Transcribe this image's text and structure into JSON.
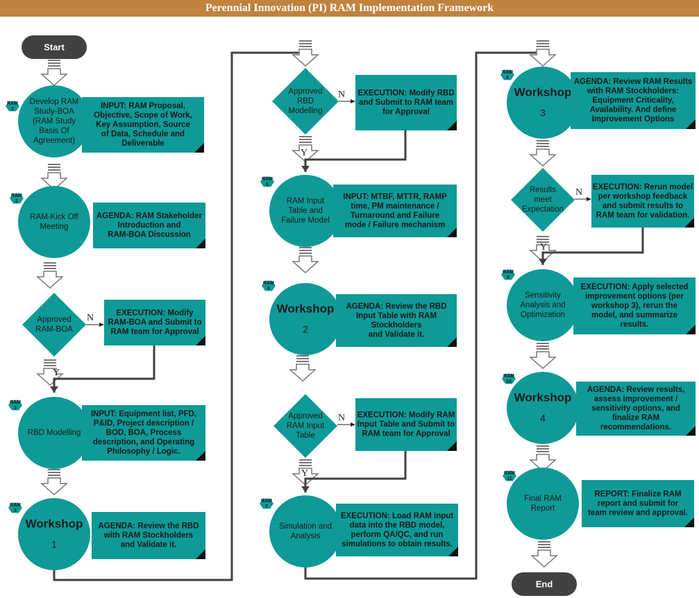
{
  "title": "Perennial Innovation (PI) RAM Implementation Framework",
  "colors": {
    "teal": "#0f9a97",
    "terminal": "#414141",
    "title_bar": "#c0823f",
    "connector": "#404040"
  },
  "terminals": {
    "start": "Start",
    "end": "End"
  },
  "branch_labels": {
    "no": "N",
    "yes": "Y"
  },
  "badge_prefix": "RAM",
  "steps": [
    {
      "num": "1",
      "label": [
        "Develop RAM",
        "Study-BOA",
        "(RAM Study",
        "Basis Of",
        "Agreement)"
      ],
      "box": [
        "INPUT: RAM Proposal,",
        "Objective, Scope of Work,",
        "Key Assumption, Source",
        "of Data, Schedule and",
        "Deliverable"
      ]
    },
    {
      "num": "2",
      "label": [
        "RAM-Kick Off",
        "Meeting"
      ],
      "box": [
        "AGENDA: RAM Stakeholder",
        "Introduction and",
        "RAM-BOA Discussion"
      ]
    },
    {
      "num": "3",
      "label": [
        "RBD Modelling"
      ],
      "box": [
        "INPUT:  Equipment list, PFD,",
        "P&ID, Project description /",
        "BOD, BOA, Process",
        "description, and Operating",
        "Philosophy / Logic."
      ]
    },
    {
      "num": "4",
      "label": [
        "Workshop",
        "1"
      ],
      "box": [
        "AGENDA: Review the RBD",
        "with RAM Stockholders",
        "and Validate it."
      ]
    },
    {
      "num": "5",
      "label": [
        "RAM Input",
        "Table and",
        "Failure Model"
      ],
      "box": [
        "INPUT: MTBF, MTTR, RAMP",
        "time, PM maintenance /",
        "Turnaround and Failure",
        "mode / Failure mechanism"
      ]
    },
    {
      "num": "6",
      "label": [
        "Workshop",
        "2"
      ],
      "box": [
        "AGENDA: Review the RBD",
        "Input Table with RAM",
        "Stockholders",
        "and Validate it."
      ]
    },
    {
      "num": "7",
      "label": [
        "Simulation and",
        "Analysis"
      ],
      "box": [
        "EXECUTION: Load RAM input",
        "data into the RBD model,",
        "perform QA/QC, and run",
        "simulations to obtain results."
      ]
    },
    {
      "num": "8",
      "label": [
        "Workshop",
        "3"
      ],
      "box": [
        "AGENDA: Review RAM Results",
        "with RAM Stockholders:",
        "Equipment Criticality,",
        "Availability. And define",
        "Improvement Options"
      ]
    },
    {
      "num": "9",
      "label": [
        "Sensitivity",
        "Analysis and",
        "Optimization"
      ],
      "box": [
        "EXECUTION: Apply selected",
        "improvement options (per",
        "workshop 3), rerun the",
        "model, and summarize",
        "results."
      ]
    },
    {
      "num": "10",
      "label": [
        "Workshop",
        "4"
      ],
      "box": [
        "AGENDA: Review results,",
        "assess improvement /",
        "sensitivity options, and",
        "finalize RAM",
        "recommendations."
      ]
    },
    {
      "num": "11",
      "label": [
        "Final RAM",
        "Report"
      ],
      "box": [
        "REPORT: Finalize RAM",
        "report and submit for",
        "team review and approval."
      ]
    }
  ],
  "decisions": [
    {
      "label": [
        "Approved",
        "RAM-BOA"
      ],
      "box": [
        "EXECUTION: Modify",
        "RAM-BOA and Submit to",
        "RAM team for Approval"
      ]
    },
    {
      "label": [
        "Approved",
        "RBD",
        "Modelling"
      ],
      "box": [
        "EXECUTION: Modify RBD",
        "and Submit to RAM team",
        "for Approval"
      ]
    },
    {
      "label": [
        "Approved",
        "RAM Input",
        "Table"
      ],
      "box": [
        "EXECUTION: Modify RAM",
        "Input Table and Submit to",
        "RAM team for Approval"
      ]
    },
    {
      "label": [
        "Results",
        "meet",
        "Expectation"
      ],
      "box": [
        "EXECUTION: Rerun model",
        "per workshop feedback",
        "and submit results to",
        "RAM team for validation."
      ]
    }
  ]
}
